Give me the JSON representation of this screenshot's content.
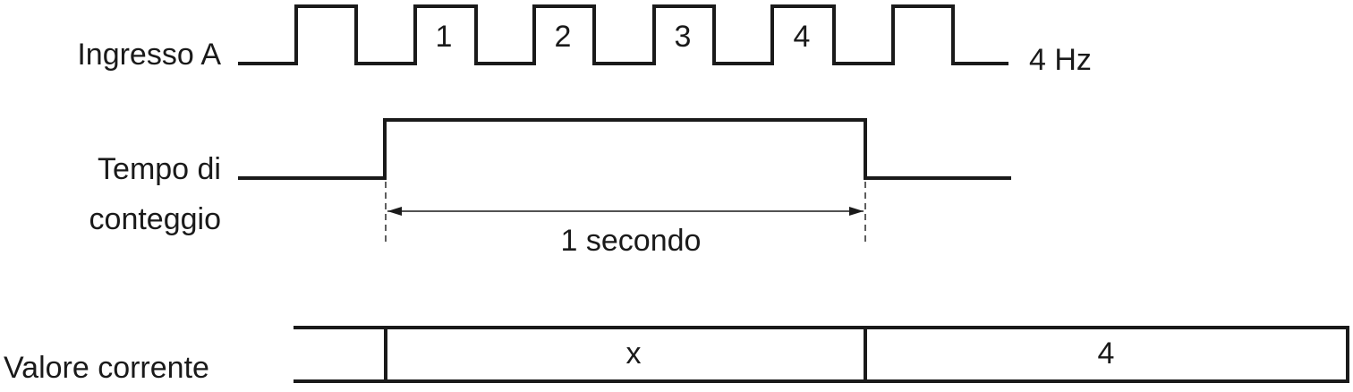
{
  "labels": {
    "input_a": "Ingresso A",
    "count_time_1": "Tempo di",
    "count_time_2": "conteggio",
    "current_value": "Valore corrente"
  },
  "frequency": "4 Hz",
  "pulse_numbers": [
    "1",
    "2",
    "3",
    "4"
  ],
  "duration": "1 secondo",
  "current_value_cells": [
    "x",
    "4"
  ]
}
